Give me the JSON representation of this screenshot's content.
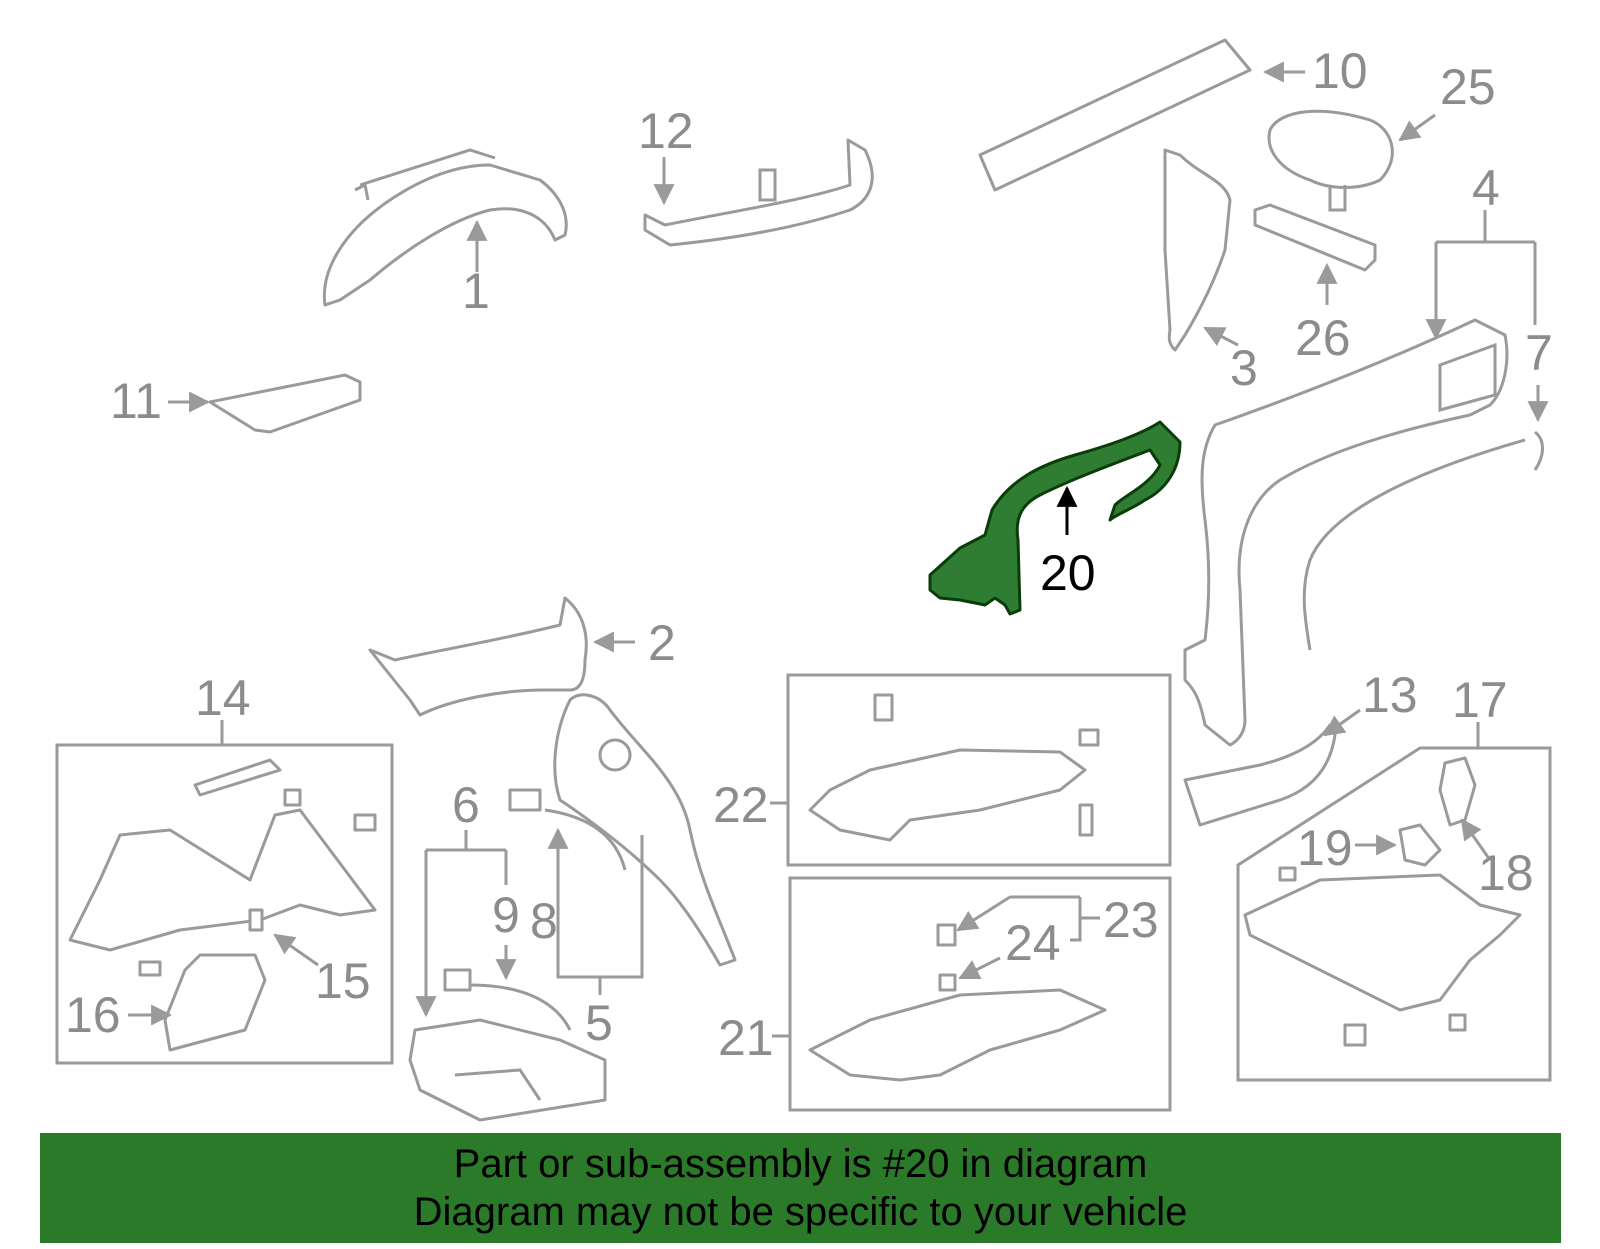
{
  "colors": {
    "highlight_part": "#2e7d32",
    "banner_background": "#2a7a2a",
    "line_gray": "#9a9a9a",
    "label_gray": "#8c8c8c"
  },
  "diagram": {
    "highlighted_part": "20",
    "callouts": {
      "c1": "1",
      "c2": "2",
      "c3": "3",
      "c4": "4",
      "c5": "5",
      "c6": "6",
      "c7": "7",
      "c8": "8",
      "c9": "9",
      "c10": "10",
      "c11": "11",
      "c12": "12",
      "c13": "13",
      "c14": "14",
      "c15": "15",
      "c16": "16",
      "c17": "17",
      "c18": "18",
      "c19": "19",
      "c20": "20",
      "c21": "21",
      "c22": "22",
      "c23": "23",
      "c24": "24",
      "c25": "25",
      "c26": "26"
    }
  },
  "banner": {
    "line1": "Part or sub-assembly is #20 in diagram",
    "line2": "Diagram may not be specific to your vehicle"
  }
}
